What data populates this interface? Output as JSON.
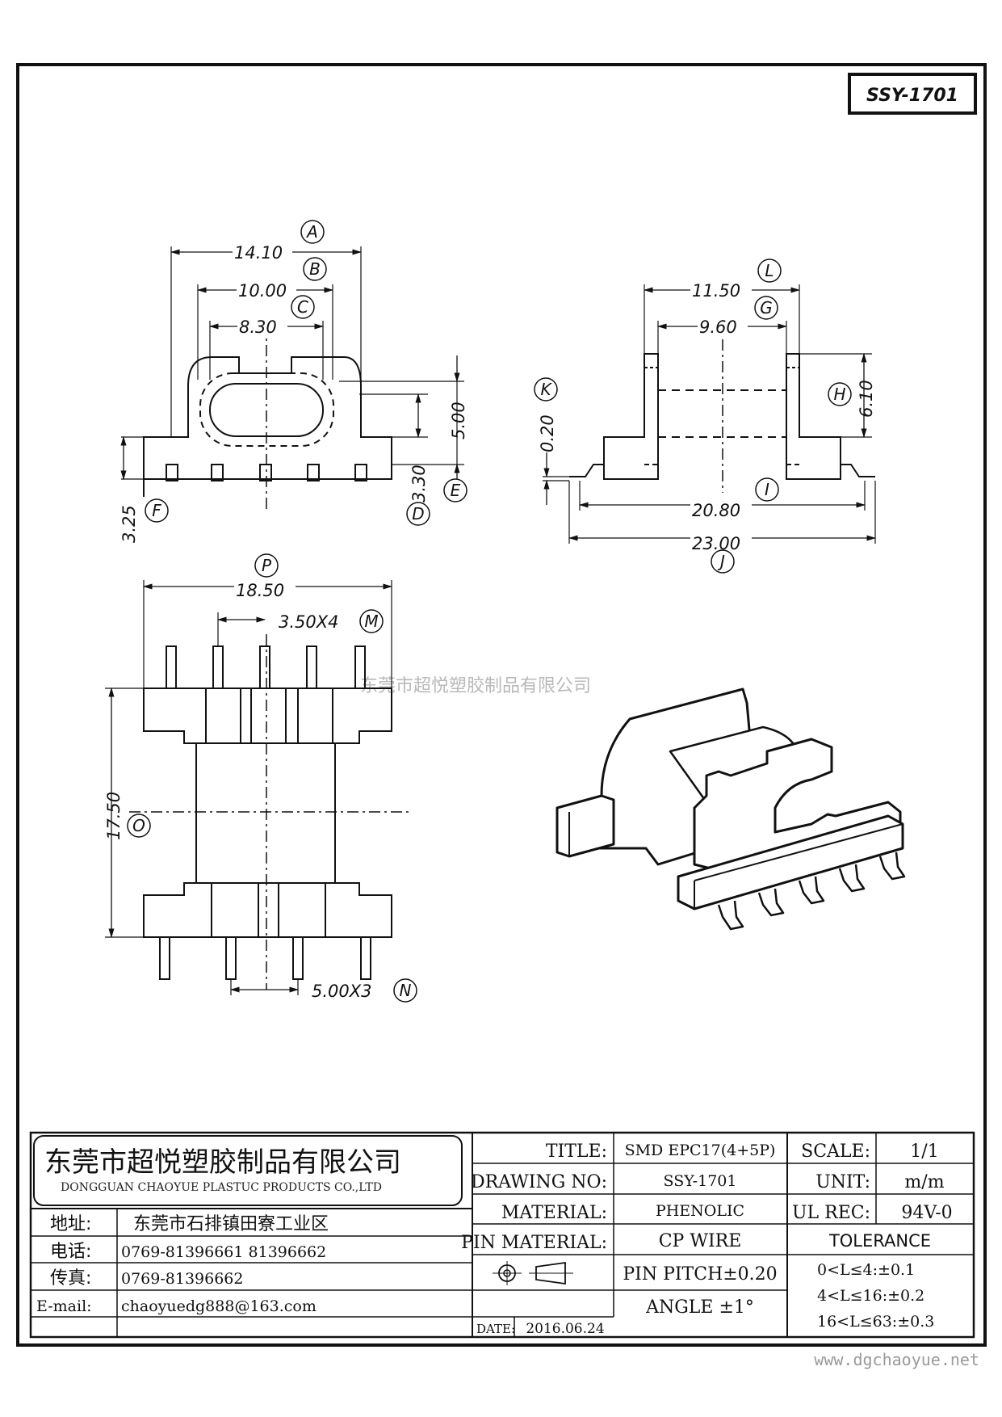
{
  "drawing_code": "SSY-1701",
  "watermark": "东莞市超悦塑胶制品有限公司",
  "website": "www.dgchaoyue.net",
  "front_view": {
    "dims": [
      {
        "label": "A",
        "value": "14.10"
      },
      {
        "label": "B",
        "value": "10.00"
      },
      {
        "label": "C",
        "value": "8.30"
      },
      {
        "label": "D",
        "value": "3.30"
      },
      {
        "label": "E",
        "value": "5.00"
      },
      {
        "label": "F",
        "value": "3.25"
      }
    ]
  },
  "side_view": {
    "dims": [
      {
        "label": "L",
        "value": "11.50"
      },
      {
        "label": "G",
        "value": "9.60"
      },
      {
        "label": "H",
        "value": "6.10"
      },
      {
        "label": "K",
        "value": "0.20"
      },
      {
        "label": "I",
        "value": "20.80"
      },
      {
        "label": "J",
        "value": "23.00"
      }
    ]
  },
  "bottom_view": {
    "dims": [
      {
        "label": "P",
        "value": "18.50"
      },
      {
        "label": "M",
        "value": "3.50X4"
      },
      {
        "label": "O",
        "value": "17.50"
      },
      {
        "label": "N",
        "value": "5.00X3"
      }
    ]
  },
  "title_block": {
    "company_cn": "东莞市超悦塑胶制品有限公司",
    "company_en": "DONGGUAN CHAOYUE PLASTUC PRODUCTS CO.,LTD",
    "address_label": "地址:",
    "address": "东莞市石排镇田寮工业区",
    "tel_label": "电话:",
    "tel": "0769-81396661  81396662",
    "fax_label": "传真:",
    "fax": "0769-81396662",
    "email_label": "E-mail:",
    "email": "chaoyuedg888@163.com",
    "title_label": "TITLE:",
    "title": "SMD EPC17(4+5P)",
    "drawing_no_label": "DRAWING NO:",
    "drawing_no": "SSY-1701",
    "material_label": "MATERIAL:",
    "material": "PHENOLIC",
    "pin_material_label": "PIN MATERIAL:",
    "pin_material": "CP WIRE",
    "pin_pitch": "PIN PITCH±0.20",
    "angle": "ANGLE  ±1°",
    "date_label": "DATE:",
    "date": "2016.06.24",
    "scale_label": "SCALE:",
    "scale": "1/1",
    "unit_label": "UNIT:",
    "unit": "m/m",
    "ul_label": "UL REC:",
    "ul": "94V-0",
    "tolerance_label": "TOLERANCE",
    "tolerance": [
      "0<L≤4:±0.1",
      "4<L≤16:±0.2",
      "16<L≤63:±0.3"
    ]
  }
}
